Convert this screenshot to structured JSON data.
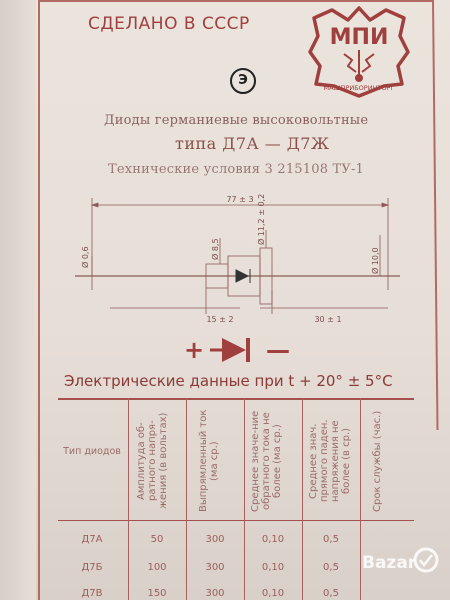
{
  "header": {
    "made_in": "СДЕЛАНО В СССР",
    "logo_letters": "МПИ",
    "logo_subtitle": "МАШПРИБОРИНТОРГ",
    "quality_mark": "Э"
  },
  "title": {
    "line1": "Диоды германиевые высоковольтные",
    "line2": "типа Д7А — Д7Ж",
    "line3": "Технические условия 3 215108 ТУ-1"
  },
  "drawing": {
    "overall_length": "77 ± 3",
    "lead_diameter": "Ø 0,6",
    "body_diameter_small": "Ø 8,5",
    "flange_diameter": "Ø 11,2 ± 0,2",
    "body_diameter_large": "Ø 10,0",
    "lead_length_left": "15 ± 2",
    "lead_length_right": "30 ± 1"
  },
  "polarity": {
    "plus": "+",
    "minus": "—"
  },
  "electrical": {
    "title": "Электрические данные при t + 20° ± 5°C",
    "columns": [
      "Тип диодов",
      "Амплитуда об-ратного напря-жения (в вольтах)",
      "Выпрямленный ток (ма ср.)",
      "Среднее значе-ние обратного тока не более (ма ср.)",
      "Среднее знач. прямого паден. напряжения не более (в ср.)",
      "Срок службы (час.)"
    ],
    "rows": [
      {
        "type": "Д7А",
        "voltage": "50",
        "current": "300",
        "reverse": "0,10",
        "forward": "0,5"
      },
      {
        "type": "Д7Б",
        "voltage": "100",
        "current": "300",
        "reverse": "0,10",
        "forward": "0,5"
      },
      {
        "type": "Д7В",
        "voltage": "150",
        "current": "300",
        "reverse": "0,10",
        "forward": "0,5"
      }
    ]
  },
  "watermark": {
    "text": "Bazar"
  },
  "colors": {
    "print_red": "#9c3b3b",
    "paper": "#e6ded7"
  }
}
